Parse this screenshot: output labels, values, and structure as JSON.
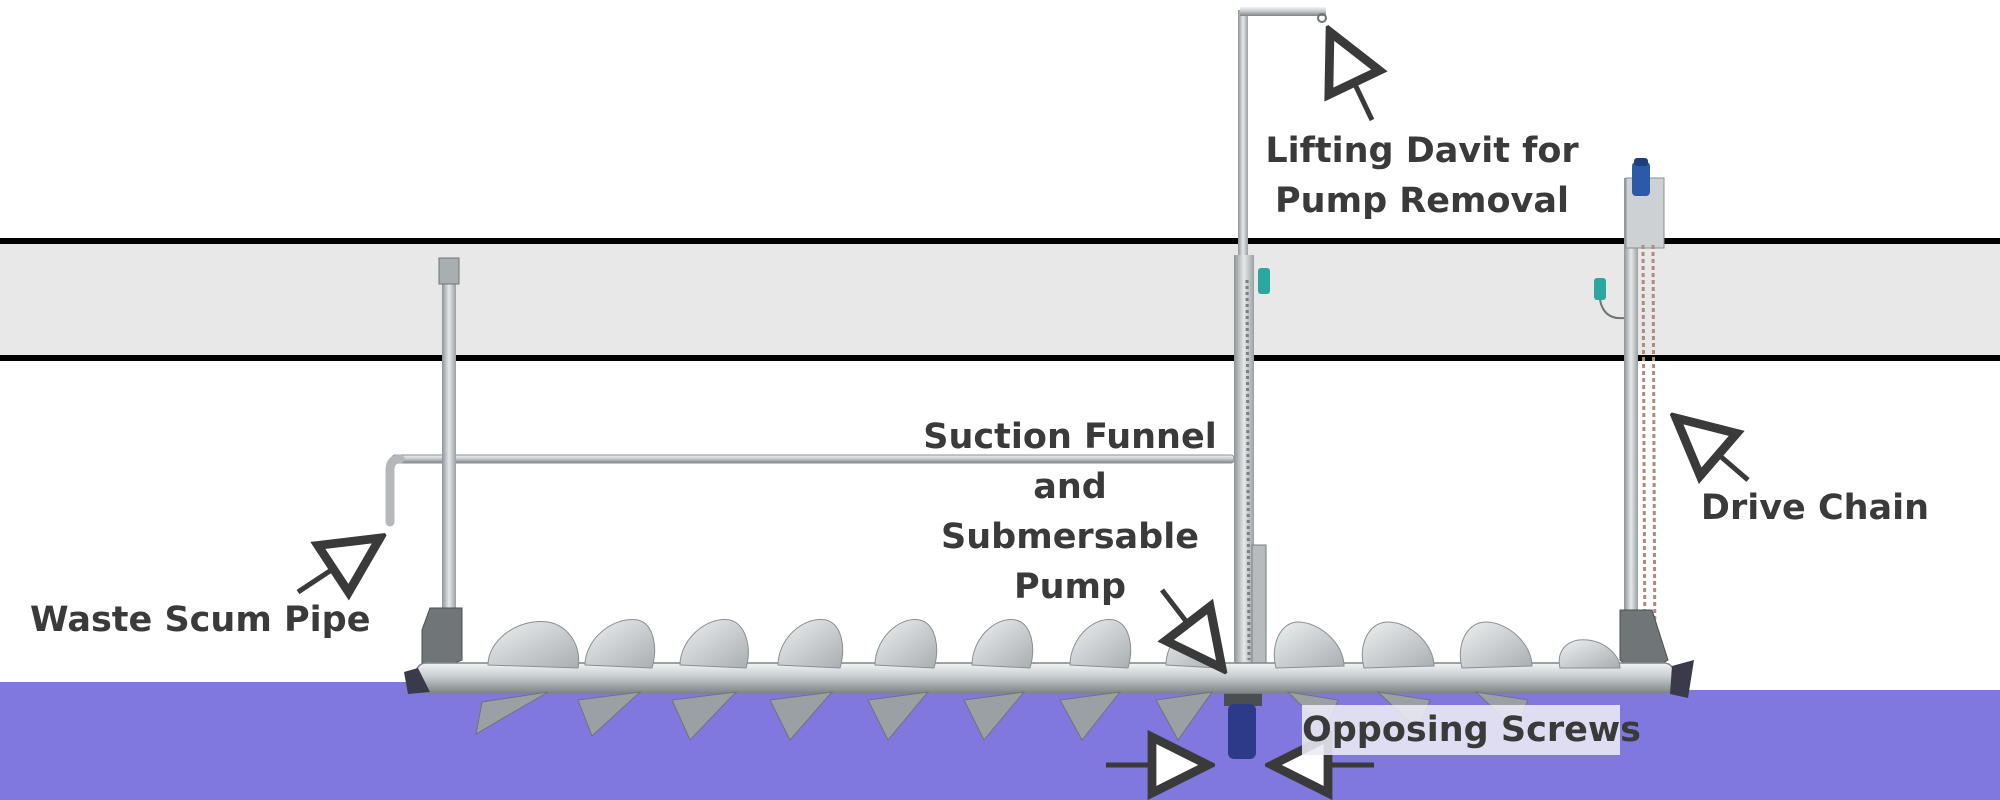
{
  "colors": {
    "water": "#8078de",
    "band": "#e8e8e8",
    "band_line": "#000000",
    "metal": "#bfc3c4",
    "metal_dark": "#8a8f92",
    "label_text": "#3a3a3a",
    "arrow": "#3a3a3a",
    "chain": "#b08a80",
    "motor": "#2d5aa8",
    "sensor": "#2aa8a0"
  },
  "labels": {
    "lifting_davit": [
      "Lifting Davit for",
      "Pump Removal"
    ],
    "drive_chain": "Drive Chain",
    "suction_funnel": [
      "Suction Funnel",
      "and",
      "Submersable",
      "Pump"
    ],
    "waste_scum_pipe": "Waste Scum Pipe",
    "opposing_screws": "Opposing Screws"
  }
}
